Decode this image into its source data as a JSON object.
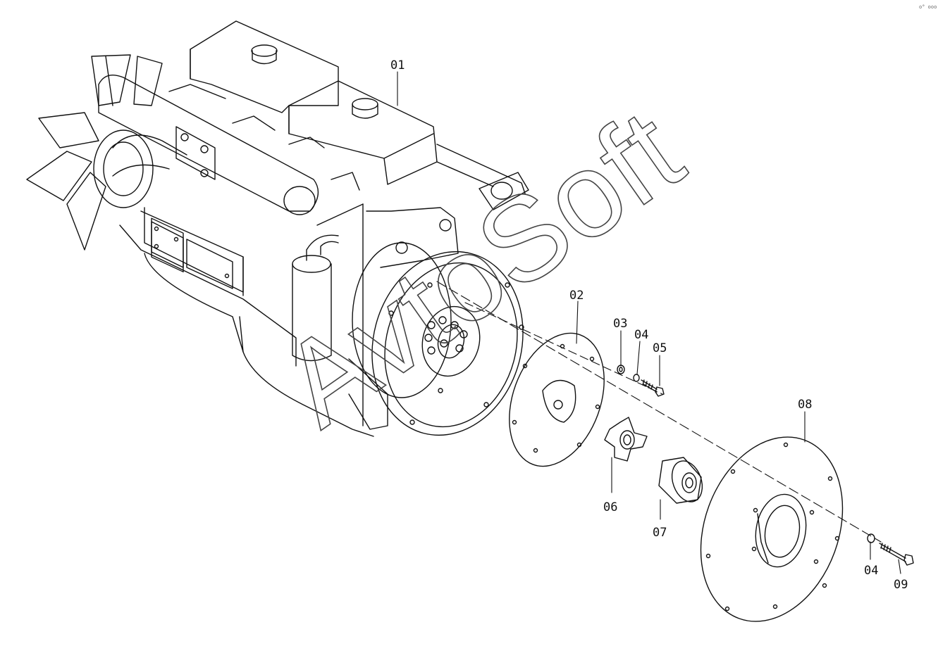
{
  "diagram": {
    "callouts": [
      "01",
      "02",
      "03",
      "04",
      "05",
      "06",
      "07",
      "08",
      "04",
      "09"
    ],
    "watermark": "AvtoSoft",
    "corner_mark": "o° ooo"
  }
}
